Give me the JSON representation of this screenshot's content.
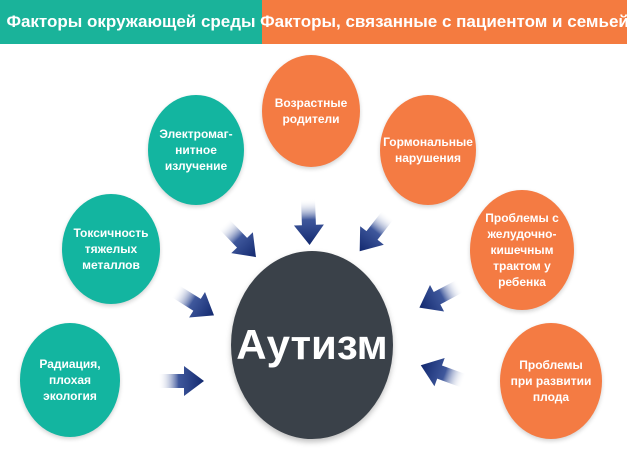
{
  "header": {
    "left_title": "Факторы окружающей среды",
    "right_title": "Факторы, связанные с пациентом и семьей"
  },
  "center": {
    "label": "Аутизм"
  },
  "environment_factors": [
    "Электромаг-\nнитное\nизлучение",
    "Токсичность\nтяжелых\nметаллов",
    "Радиация,\nплохая\nэкология"
  ],
  "patient_factors": [
    "Возрастные\nродители",
    "Гормональные\nнарушения",
    "Проблемы с\nжелудочно-\nкишечным\nтрактом у\nребенка",
    "Проблемы\nпри развитии\nплода"
  ],
  "colors": {
    "environment": "#13b5a0",
    "patient": "#f47b43",
    "center": "#3a4149",
    "arrow": "#1d3a8a"
  }
}
